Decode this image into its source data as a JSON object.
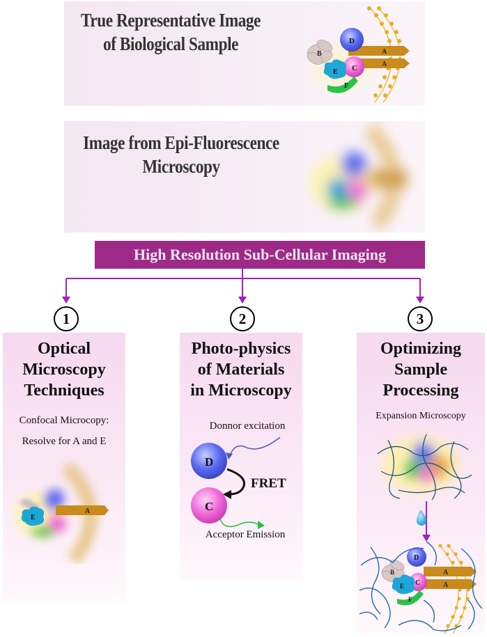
{
  "top": {
    "true_image_title": [
      "True Representative Image",
      "of Biological Sample"
    ],
    "epi_title": [
      "Image from Epi-Fluorescence",
      "Microscopy"
    ]
  },
  "banner": "High Resolution Sub-Cellular Imaging",
  "labels": {
    "A": "A",
    "B": "B",
    "C": "C",
    "D": "D",
    "E": "E",
    "F": "F"
  },
  "columns": [
    {
      "number": "1",
      "title": [
        "Optical",
        "Microscopy",
        "Techniques"
      ],
      "sub1": "Confocal Microcopy:",
      "sub2": "Resolve for A and E"
    },
    {
      "number": "2",
      "title": [
        "Photo-physics",
        "of Materials",
        "in Microscopy"
      ],
      "donor": "Donnor excitation",
      "fret": "FRET",
      "acceptor": "Acceptor Emission"
    },
    {
      "number": "3",
      "title": [
        "Optimizing",
        "Sample",
        "Processing"
      ],
      "sub1": "Expansion Microscopy"
    }
  ],
  "colors": {
    "banner_bg": "#9c2a86",
    "arrow": "#a020c0",
    "protein_A": "#c98a1e",
    "protein_B": "#d9c9c6",
    "protein_C": "#f06ad8",
    "protein_D": "#5a6af0",
    "protein_E": "#1ea6d6",
    "protein_F": "#2cc24a",
    "membrane": "#e8b020"
  }
}
